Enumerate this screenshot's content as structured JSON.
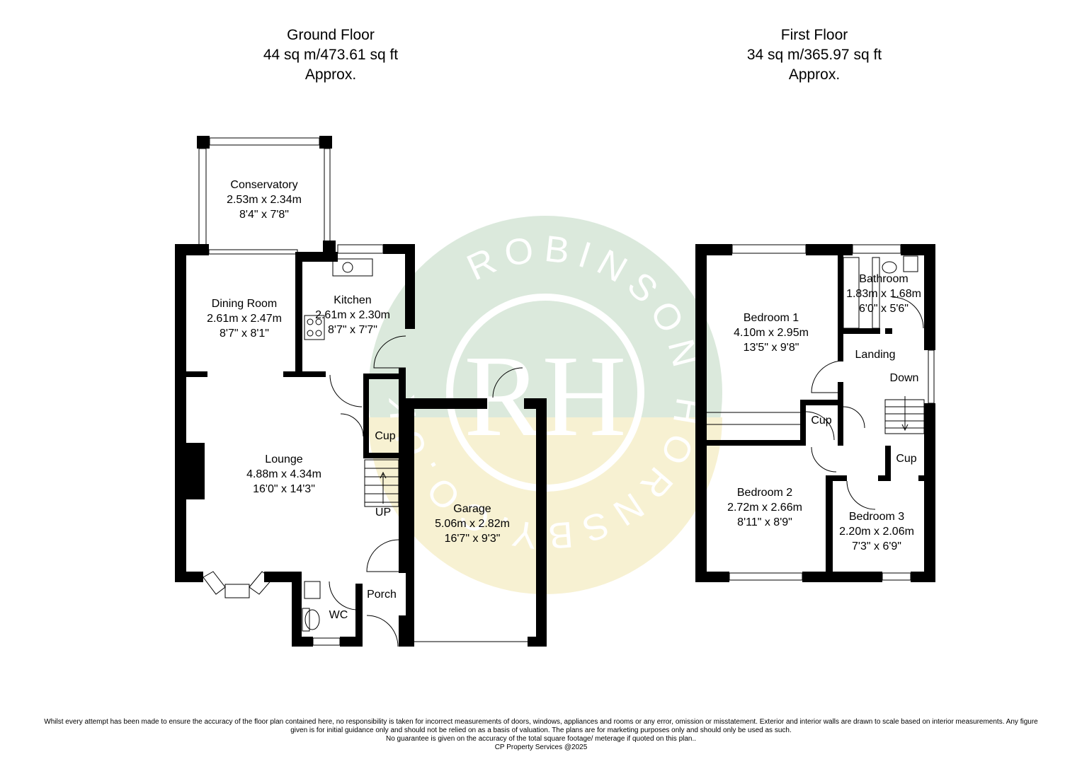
{
  "ground_floor": {
    "title": "Ground Floor",
    "area": "44 sq m/473.61 sq ft",
    "approx": "Approx.",
    "rooms": {
      "conservatory": {
        "name": "Conservatory",
        "metric": "2.53m x 2.34m",
        "imperial": "8'4\" x 7'8\""
      },
      "dining_room": {
        "name": "Dining Room",
        "metric": "2.61m x 2.47m",
        "imperial": "8'7\" x 8'1\""
      },
      "kitchen": {
        "name": "Kitchen",
        "metric": "2.61m x 2.30m",
        "imperial": "8'7\" x 7'7\""
      },
      "lounge": {
        "name": "Lounge",
        "metric": "4.88m x 4.34m",
        "imperial": "16'0\" x 14'3\""
      },
      "garage": {
        "name": "Garage",
        "metric": "5.06m x 2.82m",
        "imperial": "16'7\" x 9'3\""
      },
      "cupboard": "Cup",
      "stairs": "UP",
      "porch": "Porch",
      "wc": "WC"
    }
  },
  "first_floor": {
    "title": "First Floor",
    "area": "34 sq m/365.97  sq ft",
    "approx": "Approx.",
    "rooms": {
      "bedroom1": {
        "name": "Bedroom 1",
        "metric": "4.10m x 2.95m",
        "imperial": "13'5\" x 9'8\""
      },
      "bathroom": {
        "name": "Bathroom",
        "metric": "1.83m x 1.68m",
        "imperial": "6'0\" x 5'6\""
      },
      "bedroom2": {
        "name": "Bedroom 2",
        "metric": "2.72m x 2.66m",
        "imperial": "8'11\" x 8'9\""
      },
      "bedroom3": {
        "name": "Bedroom 3",
        "metric": "2.20m x 2.06m",
        "imperial": "7'3\" x 6'9\""
      },
      "landing": "Landing",
      "stairs": "Down",
      "cupboard1": "Cup",
      "cupboard2": "Cup"
    }
  },
  "watermark": {
    "logo_text": "RH",
    "ring_text": "ROBINSON HORNSBY.CO.UK"
  },
  "disclaimer": {
    "line1": "Whilst every attempt has been made to ensure the accuracy of the floor plan contained here, no responsibility is taken for incorrect measurements of doors, windows, appliances and rooms or any error, omission or misstatement. Exterior and interior walls are drawn to scale based on interior measurements. Any figure given is for initial guidance only and should not be relied on as a basis of valuation. The plans are for marketing purposes only and should only be used as such.",
    "line2": "No guarantee is given on the accuracy of the total square footage/ meterage if quoted on this plan..",
    "line3": "CP Property Services @2025"
  },
  "colors": {
    "wall": "#000000",
    "watermark_green": "#dbe9dc",
    "watermark_yellow": "#f7f1d2",
    "watermark_text": "#ffffff"
  }
}
